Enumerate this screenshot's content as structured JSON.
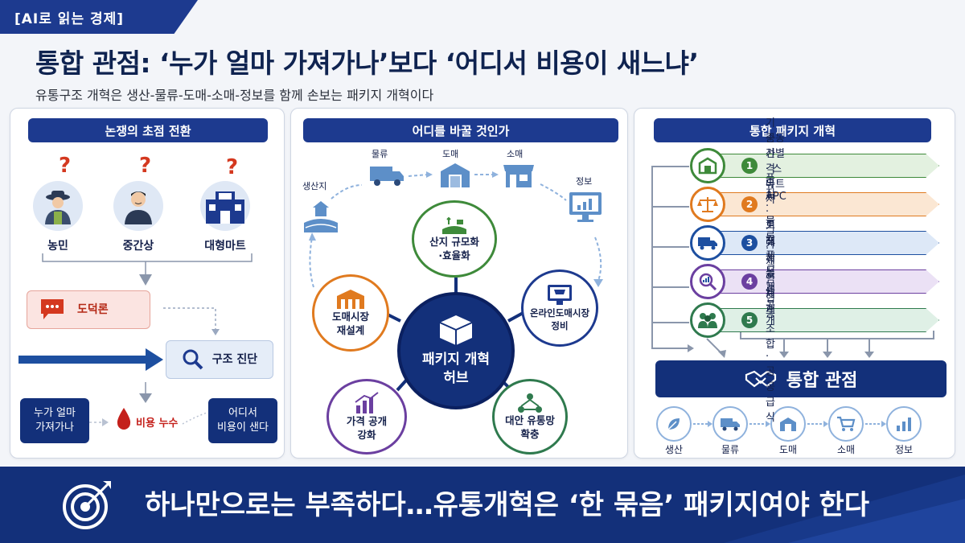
{
  "tag": "[AI로 읽는 경제]",
  "title": "통합 관점: ‘누가 얼마 가져가나’보다 ‘어디서 비용이 새느냐’",
  "subtitle": "유통구조 개혁은 생산-물류-도매-소매-정보를 함께 손보는 패키지 개혁이다",
  "panel1": {
    "heading": "논쟁의 초점 전환",
    "actors": [
      {
        "label": "농민",
        "icon": "farmer-icon"
      },
      {
        "label": "중간상",
        "icon": "middleman-icon"
      },
      {
        "label": "대형마트",
        "icon": "store-icon"
      }
    ],
    "question_mark": "?",
    "old_view": "도덕론",
    "new_view": "구조 진단",
    "left_box": "누가 얼마\n가져가나",
    "leak_label": "비용 누수",
    "right_box": "어디서\n비용이 샌다"
  },
  "panel2": {
    "heading": "어디를 바꿀 것인가",
    "flow": [
      "생산지",
      "물류",
      "도매",
      "소매",
      "정보"
    ],
    "hub": "패키지 개혁\n허브",
    "nodes": [
      {
        "label": "산지 규모화\n·효율화",
        "color": "#3e8a3a"
      },
      {
        "label": "온라인도매시장\n정비",
        "color": "#1d3a8f"
      },
      {
        "label": "대안 유통망\n확충",
        "color": "#2f7a4e"
      },
      {
        "label": "가격 공개\n강화",
        "color": "#6b3fa0"
      },
      {
        "label": "도매시장\n재설계",
        "color": "#e07a1f"
      }
    ]
  },
  "panel3": {
    "heading": "통합 패키지 개혁",
    "items": [
      {
        "num": "1",
        "label": "공동선별 · 스마트 APC",
        "color": "#3e8a3a",
        "bg": "#e3f1e0",
        "icon": "warehouse-icon"
      },
      {
        "num": "2",
        "label": "기준가격 유지 · 거래 재설계",
        "color": "#e07a1f",
        "bg": "#fbe7d3",
        "icon": "scale-icon"
      },
      {
        "num": "3",
        "label": "품질 · 물류 · 책임체계",
        "color": "#1d4fa0",
        "bg": "#dde8f7",
        "icon": "truck-icon"
      },
      {
        "num": "4",
        "label": "가격 흐름 공개",
        "color": "#6b3fa0",
        "bg": "#ebe1f5",
        "icon": "magnifier-chart-icon"
      },
      {
        "num": "5",
        "label": "로컬푸드 · 협동조합 · 공공급식",
        "color": "#2f7a4e",
        "bg": "#dff0e6",
        "icon": "people-icon"
      }
    ],
    "integrated": "통합 관점",
    "flow": [
      "생산",
      "물류",
      "도매",
      "소매",
      "정보"
    ]
  },
  "bottom": "하나만으로는 부족하다…유통개혁은 ‘한 묶음’ 패키지여야 한다"
}
